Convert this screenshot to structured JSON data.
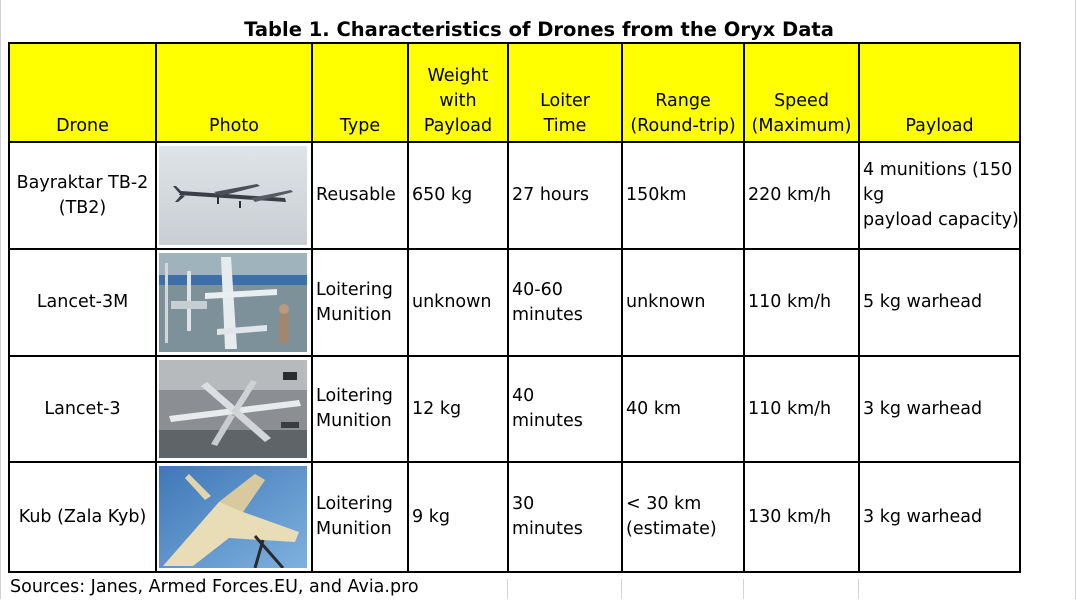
{
  "title": "Table 1. Characteristics of Drones from the Oryx Data",
  "headers": {
    "drone": "Drone",
    "photo": "Photo",
    "type": "Type",
    "weight": "Weight\nwith\nPayload",
    "loiter": "Loiter\nTime",
    "range": "Range\n(Round-trip)",
    "speed": "Speed\n(Maximum)",
    "payload": "Payload"
  },
  "rows": [
    {
      "drone": "Bayraktar TB-2\n(TB2)",
      "photo_icon": "tb2-drone-photo-icon",
      "type": "Reusable",
      "weight": "650 kg",
      "loiter": "27 hours",
      "range": "150km",
      "speed": "220 km/h",
      "payload": "4 munitions (150 kg\npayload capacity)"
    },
    {
      "drone": "Lancet-3M",
      "photo_icon": "lancet-3m-photo-icon",
      "type": "Loitering\nMunition",
      "weight": "unknown",
      "loiter": "40-60\nminutes",
      "range": "unknown",
      "speed": "110 km/h",
      "payload": "5 kg warhead"
    },
    {
      "drone": "Lancet-3",
      "photo_icon": "lancet-3-photo-icon",
      "type": "Loitering\nMunition",
      "weight": "12 kg",
      "loiter": "40\nminutes",
      "range": "40 km",
      "speed": "110 km/h",
      "payload": "3 kg warhead"
    },
    {
      "drone": "Kub (Zala Kyb)",
      "photo_icon": "kub-drone-photo-icon",
      "type": "Loitering\nMunition",
      "weight": "9 kg",
      "loiter": "30\nminutes",
      "range": "< 30 km\n(estimate)",
      "speed": "130 km/h",
      "payload": "3 kg warhead"
    }
  ],
  "sources": "Sources: Janes, Armed Forces.EU, and Avia.pro",
  "colors": {
    "header_fill": "#ffff00",
    "border": "#000000"
  }
}
